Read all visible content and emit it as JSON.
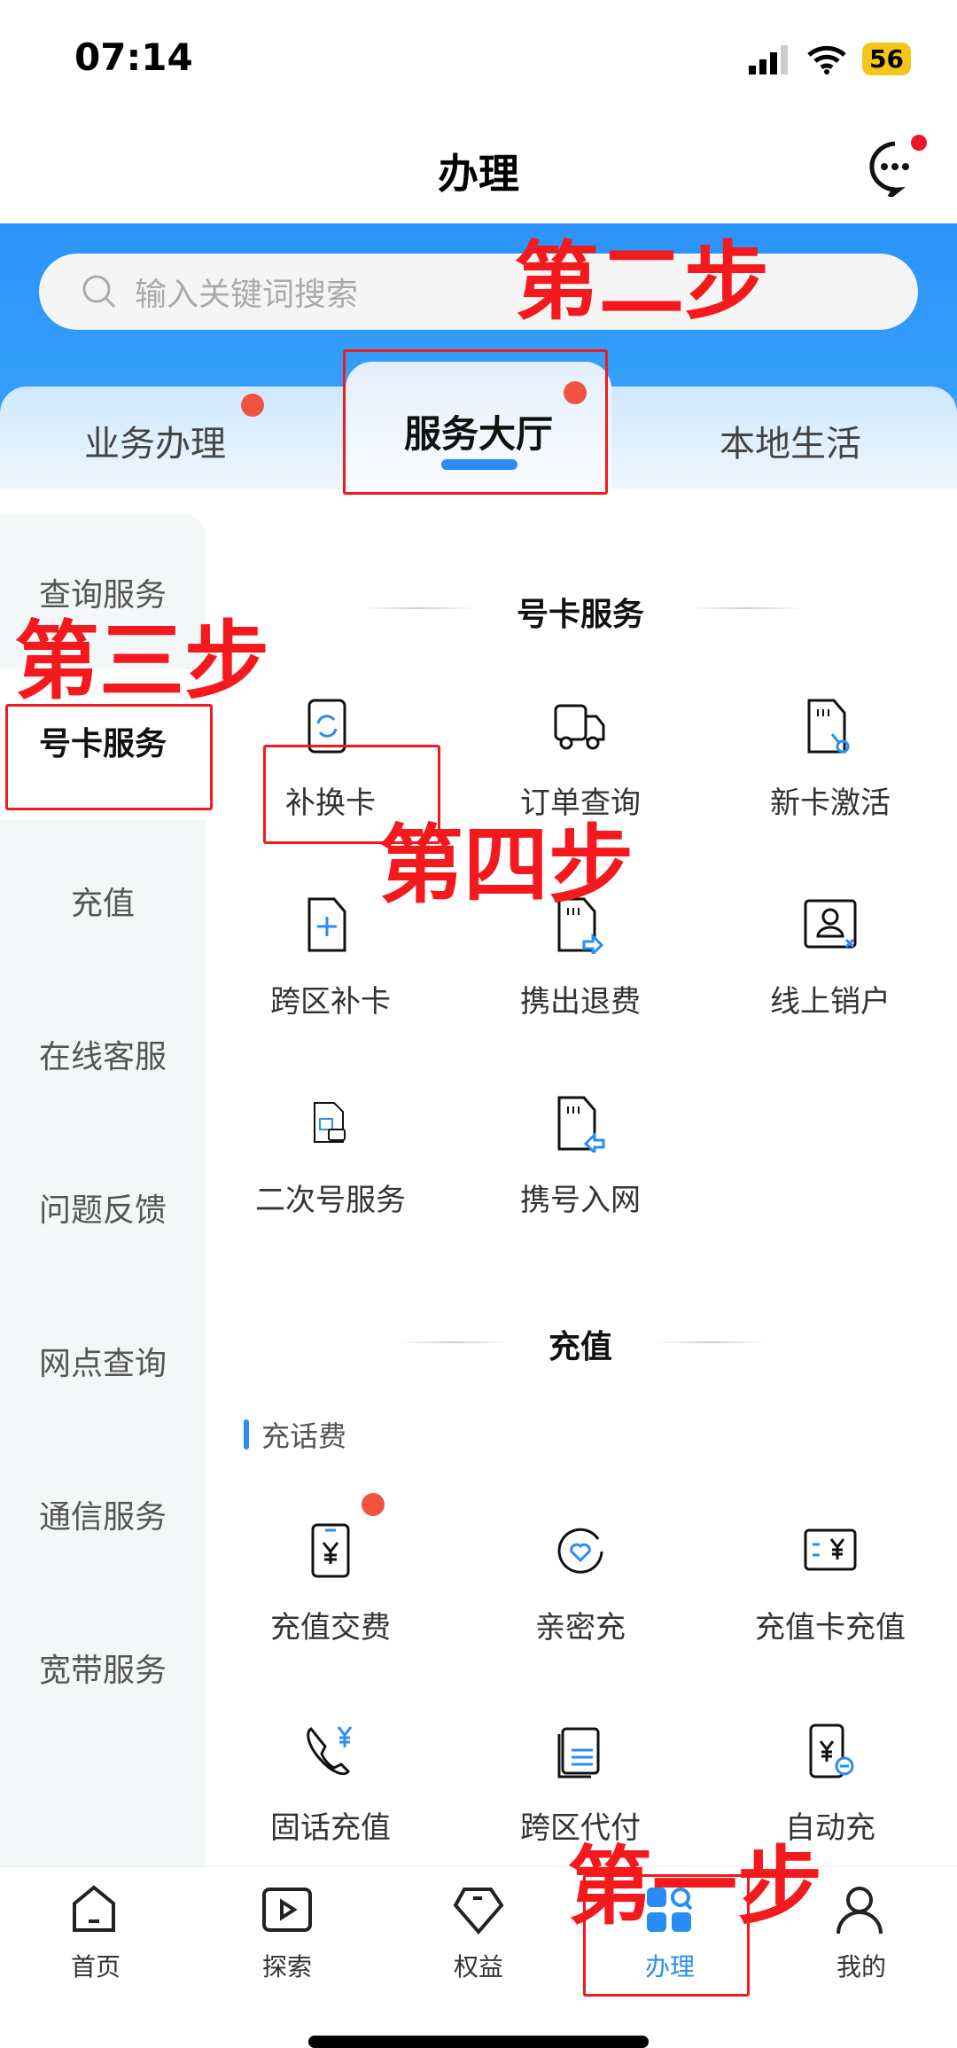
{
  "status": {
    "time": "07:14",
    "battery": "56"
  },
  "header": {
    "title": "办理",
    "icon": "message-icon"
  },
  "search": {
    "placeholder": "输入关键词搜索"
  },
  "tabs": [
    {
      "label": "业务办理"
    },
    {
      "label": "服务大厅",
      "selected": true
    },
    {
      "label": "本地生活"
    }
  ],
  "sidebar": {
    "items": [
      {
        "label": "查询服务"
      },
      {
        "label": "号卡服务",
        "selected": true
      },
      {
        "label": "充值"
      },
      {
        "label": "在线客服"
      },
      {
        "label": "问题反馈"
      },
      {
        "label": "网点查询"
      },
      {
        "label": "通信服务"
      },
      {
        "label": "宽带服务"
      }
    ]
  },
  "sections": {
    "card": {
      "title": "号卡服务",
      "items": [
        {
          "label": "补换卡",
          "icon": "sim-swap-icon"
        },
        {
          "label": "订单查询",
          "icon": "truck-icon"
        },
        {
          "label": "新卡激活",
          "icon": "sim-key-icon"
        },
        {
          "label": "跨区补卡",
          "icon": "sim-add-icon"
        },
        {
          "label": "携出退费",
          "icon": "sim-out-icon"
        },
        {
          "label": "线上销户",
          "icon": "user-cancel-icon"
        },
        {
          "label": "二次号服务",
          "icon": "app-lock-icon"
        },
        {
          "label": "携号入网",
          "icon": "sim-in-icon"
        }
      ]
    },
    "recharge": {
      "title": "充值",
      "subtitle": "充话费",
      "items": [
        {
          "label": "充值交费",
          "icon": "phone-yuan-icon"
        },
        {
          "label": "亲密充",
          "icon": "heart-refresh-icon"
        },
        {
          "label": "充值卡充值",
          "icon": "card-yuan-icon"
        },
        {
          "label": "固话充值",
          "icon": "telephone-yuan-icon"
        },
        {
          "label": "跨区代付",
          "icon": "proxy-pay-icon"
        },
        {
          "label": "自动充",
          "icon": "auto-recharge-icon"
        }
      ]
    }
  },
  "nav": {
    "items": [
      {
        "label": "首页",
        "icon": "home-icon"
      },
      {
        "label": "探索",
        "icon": "play-icon"
      },
      {
        "label": "权益",
        "icon": "diamond-icon"
      },
      {
        "label": "办理",
        "icon": "grid-search-icon",
        "active": true
      },
      {
        "label": "我的",
        "icon": "user-icon"
      }
    ]
  },
  "annotations": {
    "step1": "第一步",
    "step2": "第二步",
    "step3": "第三步",
    "step4": "第四步"
  },
  "colors": {
    "accent": "#2a8cf5",
    "annotation": "#f4191c",
    "badge": "#ef5440"
  }
}
